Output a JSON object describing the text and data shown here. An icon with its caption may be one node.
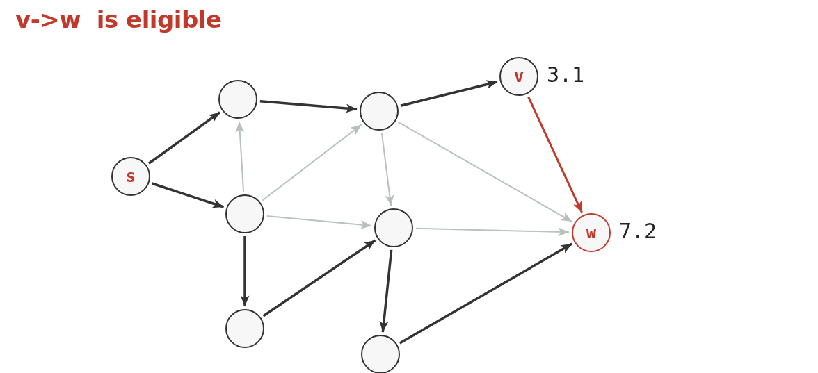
{
  "diagram": {
    "title": "v->w  is eligible",
    "nodes": [
      {
        "text": [
          "s"
        ]
      },
      {
        "text": [],
        "shape": "circle"
      },
      {
        "text": [],
        "shape": "circle"
      },
      {
        "text": [],
        "shape": "circle"
      },
      {
        "text": [],
        "shape": "circle"
      },
      {
        "text": [],
        "shape": "circle"
      },
      {
        "text": [],
        "shape": "circle"
      },
      {
        "text": [
          "v"
        ],
        "beside": [
          "3.1"
        ]
      },
      {
        "text": [
          "w"
        ],
        "beside": [
          "7.2"
        ]
      }
    ],
    "edges": [
      {
        "from": 0,
        "to": 1,
        "arrow": "to"
      },
      {
        "from": 0,
        "to": 2,
        "arrow": "to"
      },
      {
        "from": 1,
        "to": 4,
        "arrow": "to"
      },
      {
        "from": 4,
        "to": 7,
        "arrow": "to"
      },
      {
        "from": 2,
        "to": 1,
        "arrow": "to",
        "color": "#b8c0c0"
      },
      {
        "from": 2,
        "to": 4,
        "arrow": "to",
        "color": "#b8c0c0"
      },
      {
        "from": 2,
        "to": 5,
        "arrow": "to",
        "color": "#b8c0c0"
      },
      {
        "from": 4,
        "to": 5,
        "arrow": "to",
        "color": "#b8c0c0"
      },
      {
        "from": 4,
        "to": 8,
        "arrow": "to",
        "color": "#b8c0c0"
      },
      {
        "from": 5,
        "to": 8,
        "arrow": "to",
        "color": "#b8c0c0"
      },
      {
        "from": 7,
        "to": 8,
        "arrow": "to",
        "color": "#c0392b"
      },
      {
        "from": 2,
        "to": 3,
        "arrow": "to"
      },
      {
        "from": 3,
        "to": 5,
        "arrow": "to"
      },
      {
        "from": 5,
        "to": 6,
        "arrow": "to"
      },
      {
        "from": 6,
        "to": 8,
        "arrow": "to"
      }
    ]
  }
}
